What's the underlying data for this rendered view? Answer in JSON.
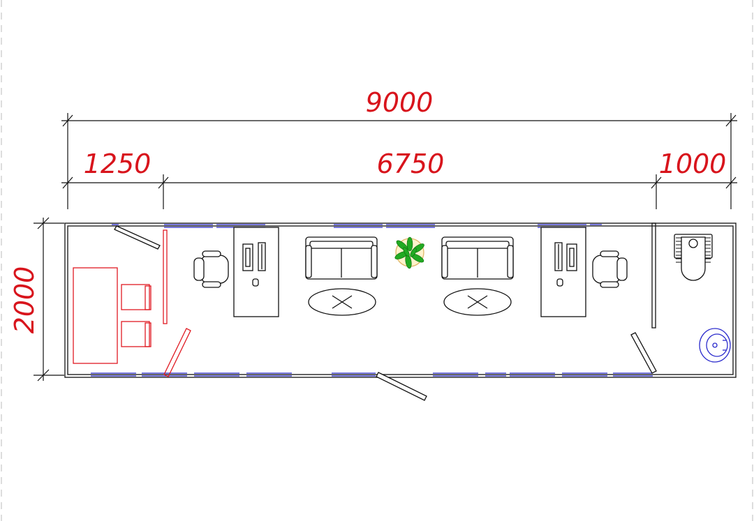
{
  "dimensions": {
    "overall_length": "9000",
    "left_room": "1250",
    "middle_room": "6750",
    "right_room": "1000",
    "width": "2000"
  },
  "colors": {
    "dimension_text": "#d8141c",
    "windows": "#2a2acc",
    "reception_furniture": "#e01a22",
    "plant": "#22aa22"
  },
  "rooms": [
    "reception",
    "office",
    "bathroom"
  ],
  "icons": [
    "desk",
    "office-chair",
    "computer",
    "sofa",
    "oval-rug",
    "potted-plant",
    "toilet",
    "washbasin",
    "door-swing"
  ]
}
